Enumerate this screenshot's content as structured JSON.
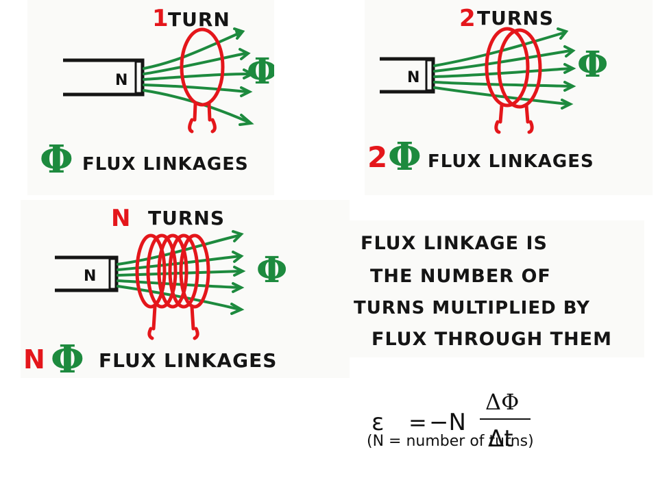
{
  "panels": {
    "one": {
      "count": "1",
      "turns_word": "TURN",
      "magnet": "N",
      "phi": "Φ",
      "caption_prefix": "",
      "caption_phi": "Φ",
      "caption": "FLUX LINKAGES"
    },
    "two": {
      "count": "2",
      "turns_word": "TURNS",
      "magnet": "N",
      "phi": "Φ",
      "caption_prefix": "2",
      "caption_phi": "Φ",
      "caption": "FLUX LINKAGES"
    },
    "n": {
      "count": "N",
      "turns_word": "TURNS",
      "magnet": "N",
      "phi": "Φ",
      "caption_prefix": "N",
      "caption_phi": "Φ",
      "caption": "FLUX LINKAGES"
    }
  },
  "definition": {
    "line1": "FLUX LINKAGE IS",
    "line2": "THE NUMBER OF",
    "line3": "TURNS MULTIPLIED BY",
    "line4": "FLUX THROUGH THEM"
  },
  "formula": {
    "emf": "ε",
    "equals": "=",
    "coefficient": "−N",
    "numerator": "ΔΦ",
    "denominator": "Δt"
  },
  "footnote": "(N = number of turns)",
  "colors": {
    "coil": "#e4161b",
    "flux": "#1d8a3e",
    "ink": "#151515"
  }
}
